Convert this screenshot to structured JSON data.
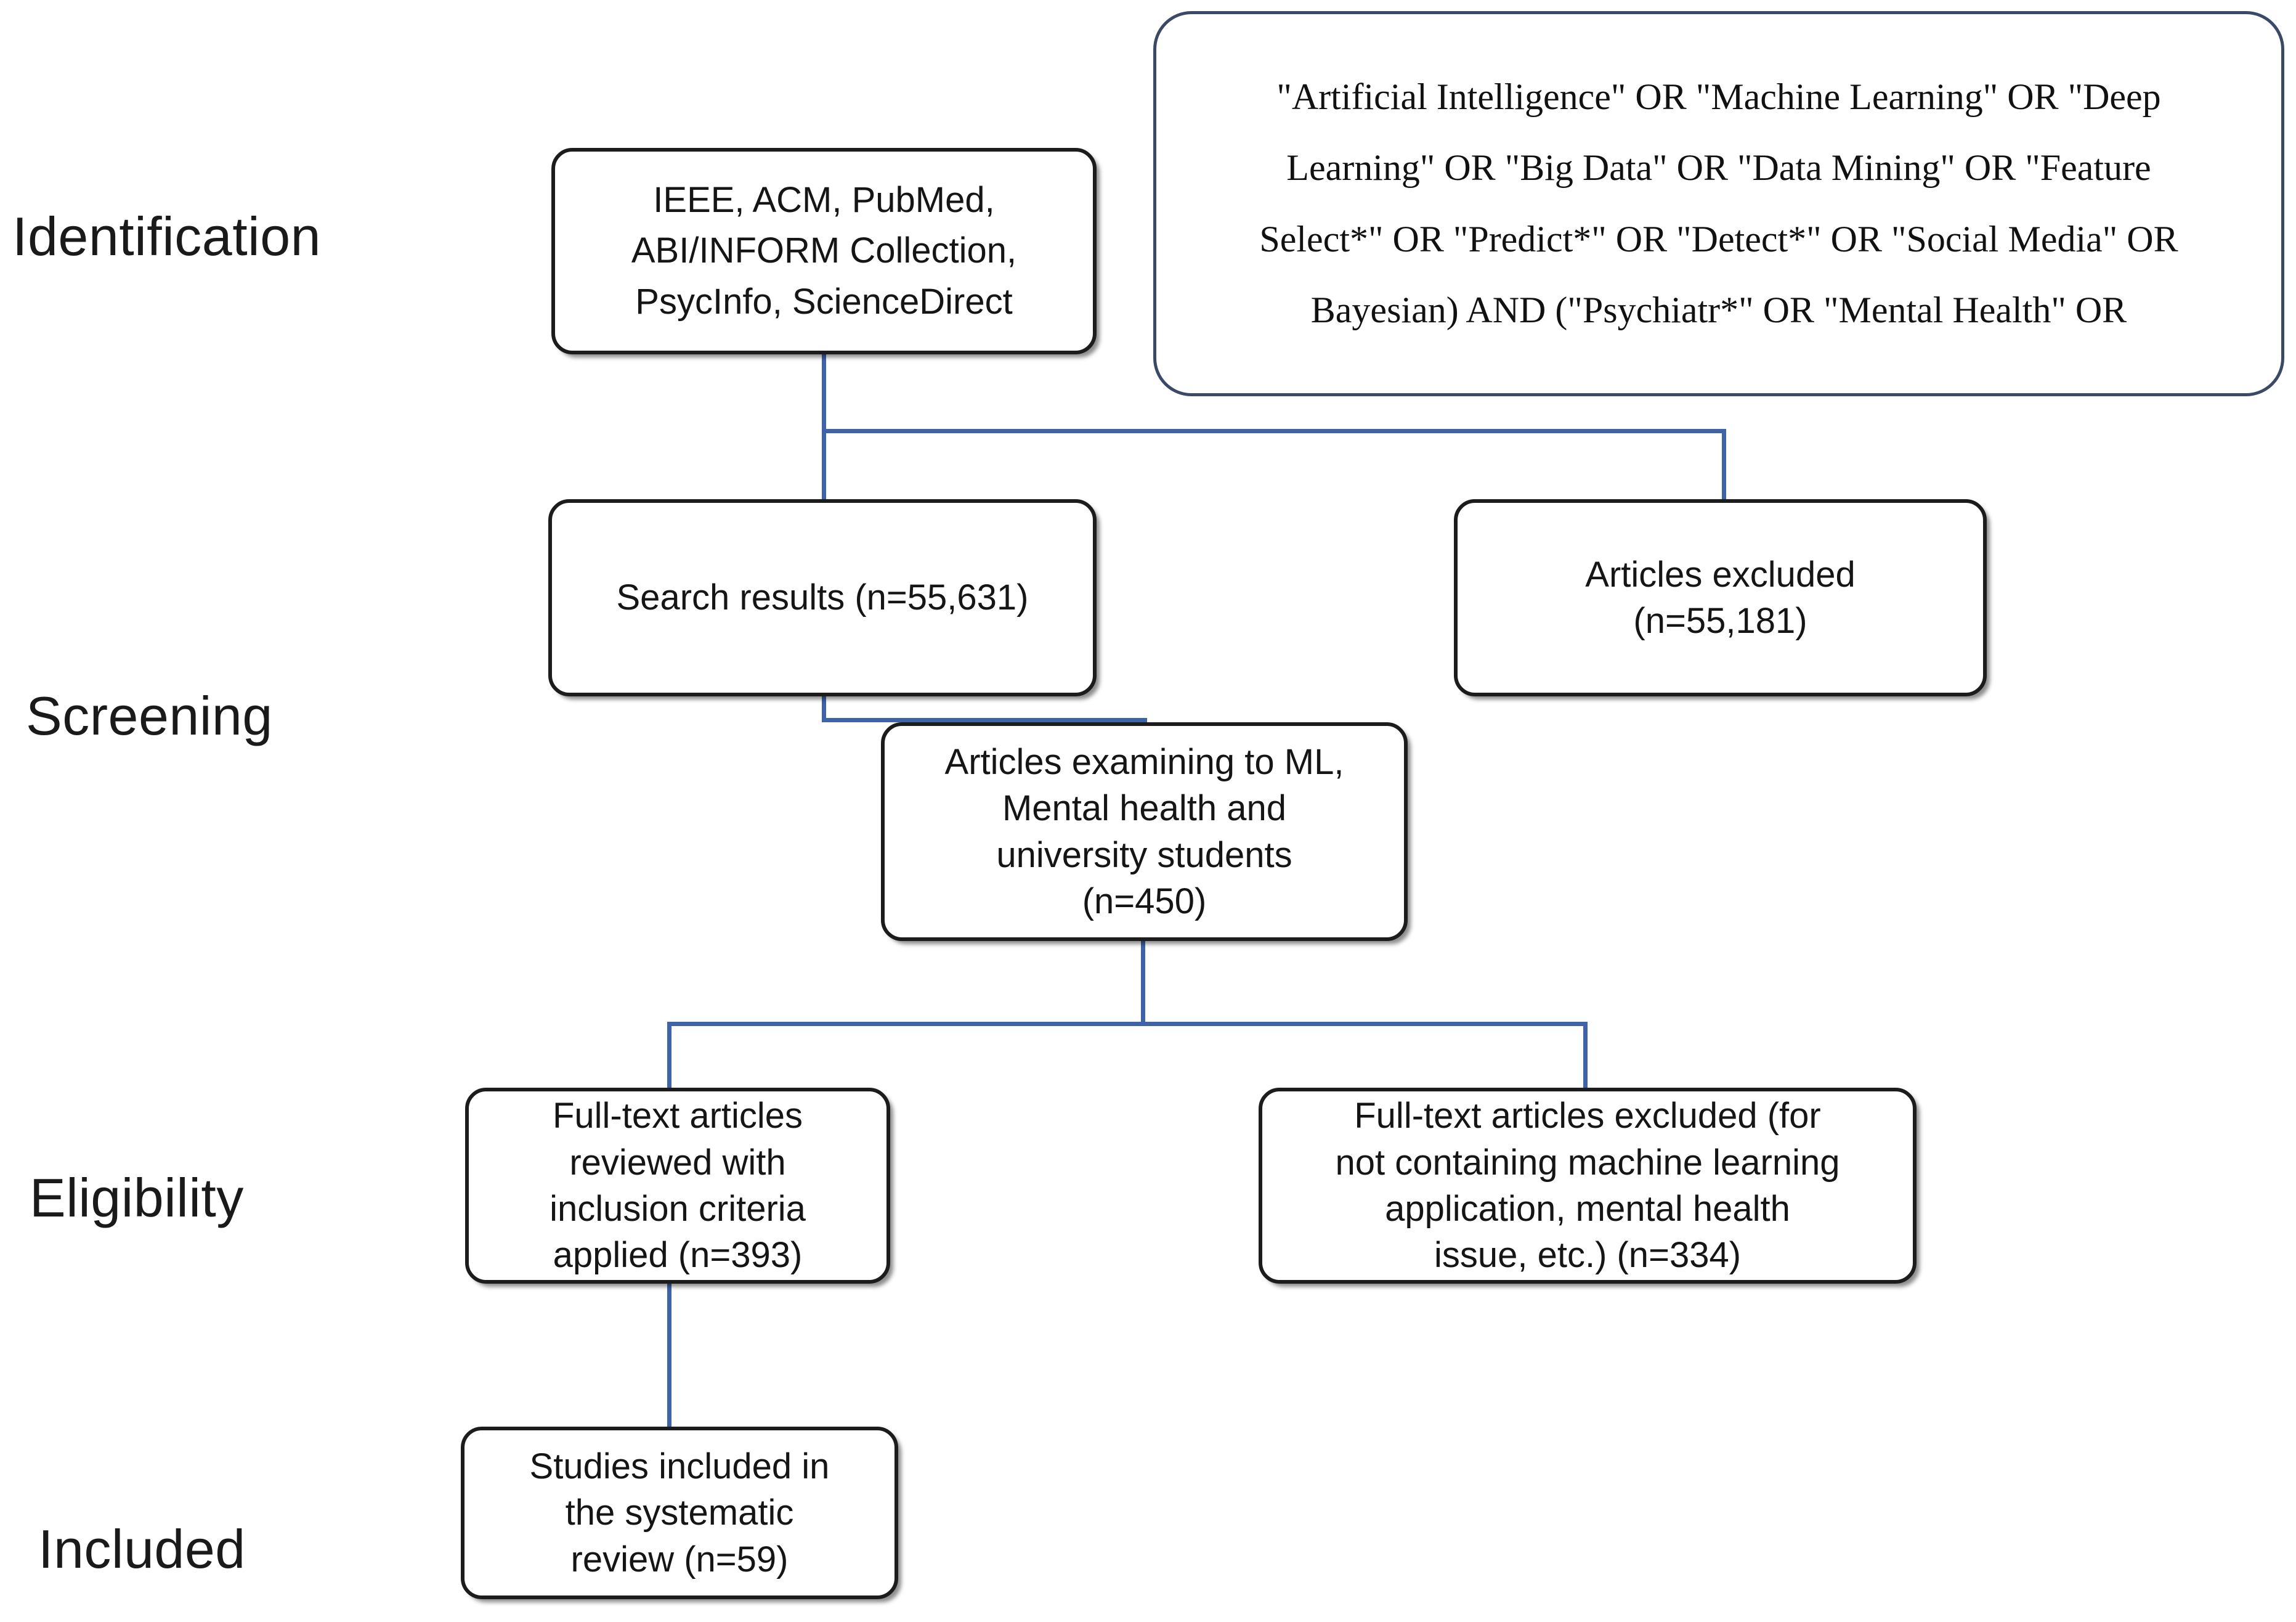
{
  "diagram": {
    "title": "PRISMA systematic review flow diagram",
    "accent_color": "#3e63a8",
    "box_border_color": "#1c1c1c",
    "query_border_color": "#3a4a66",
    "background_color": "#ffffff"
  },
  "stages": [
    {
      "id": "identification",
      "label": "Identification"
    },
    {
      "id": "screening",
      "label": "Screening"
    },
    {
      "id": "eligibility",
      "label": "Eligibility"
    },
    {
      "id": "included",
      "label": "Included"
    }
  ],
  "nodes": {
    "sources": {
      "text": "IEEE, ACM, PubMed,\nABI/INFORM Collection,\nPsycInfo, ScienceDirect"
    },
    "query": {
      "text": "\"Artificial Intelligence\" OR \"Machine Learning\" OR \"Deep\nLearning\" OR \"Big Data\" OR \"Data Mining\" OR \"Feature\nSelect*\" OR \"Predict*\" OR \"Detect*\" OR \"Social Media\" OR\nBayesian) AND (\"Psychiatr*\" OR \"Mental Health\" OR"
    },
    "search_results": {
      "text": "Search results (n=55,631)",
      "count": 55631
    },
    "articles_excluded": {
      "text": "Articles excluded\n(n=55,181)",
      "count": 55181
    },
    "articles_examining": {
      "text": "Articles examining to ML,\nMental health and\nuniversity students\n(n=450)",
      "count": 450
    },
    "fulltext_reviewed": {
      "text": "Full-text articles\nreviewed with\ninclusion criteria\napplied (n=393)",
      "count": 393
    },
    "fulltext_excluded": {
      "text": "Full-text articles excluded (for\nnot containing machine learning\napplication, mental health\nissue, etc.) (n=334)",
      "count": 334
    },
    "studies_included": {
      "text": "Studies included in\nthe systematic\nreview (n=59)",
      "count": 59
    }
  }
}
